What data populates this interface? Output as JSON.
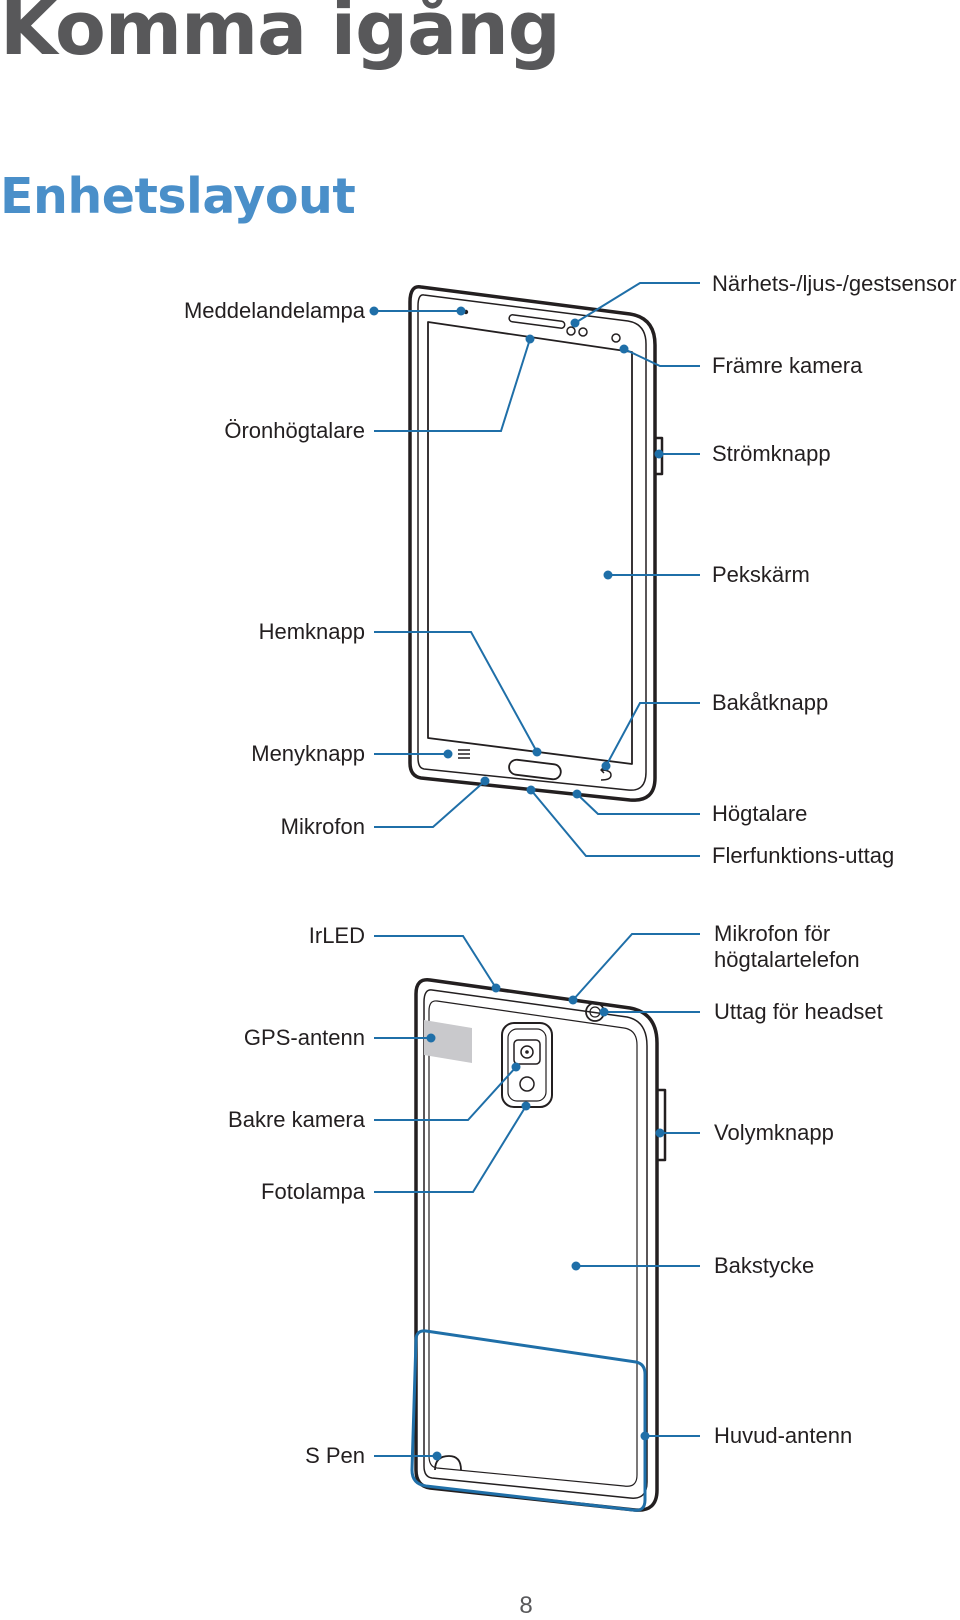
{
  "heading": "Komma igång",
  "subheading": "Enhetslayout",
  "front": {
    "labels": {
      "notification_light": "Meddelandelampa",
      "earpiece": "Öronhögtalare",
      "home_key": "Hemknapp",
      "menu_key": "Menyknapp",
      "microphone": "Mikrofon",
      "proximity_sensor": "Närhets-/ljus-/gestsensor",
      "front_camera": "Främre kamera",
      "power_key": "Strömknapp",
      "touchscreen": "Pekskärm",
      "back_key": "Bakåtknapp",
      "speaker": "Högtalare",
      "multipurpose_jack": "Flerfunktions-uttag"
    }
  },
  "back": {
    "labels": {
      "irled": "IrLED",
      "gps_antenna": "GPS-antenn",
      "rear_camera": "Bakre kamera",
      "flash": "Fotolampa",
      "s_pen": "S Pen",
      "speakerphone_mic": "Mikrofon för högtalartelefon",
      "headset_jack": "Uttag för headset",
      "volume_key": "Volymknapp",
      "back_cover": "Bakstycke",
      "main_antenna": "Huvud-antenn"
    }
  },
  "page_number": "8",
  "colors": {
    "heading": "#58585a",
    "subheading": "#4a8fc9",
    "callout": "#1f6fa8",
    "device_outline": "#231f20"
  }
}
